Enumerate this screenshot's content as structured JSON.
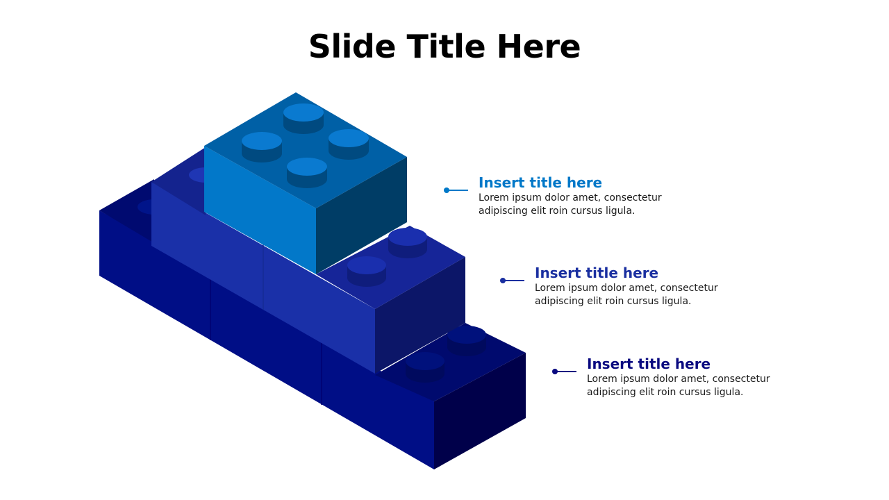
{
  "slide": {
    "title": "Slide Title Here"
  },
  "colors": {
    "level1": "#0078c8",
    "level2": "#1a2fa0",
    "level3": "#0a0a80"
  },
  "items": [
    {
      "title": "Insert title here",
      "body": "Lorem ipsum dolor amet, consectetur adipiscing elit roin cursus ligula."
    },
    {
      "title": "Insert title here",
      "body": "Lorem ipsum dolor amet, consectetur adipiscing elit roin cursus ligula."
    },
    {
      "title": "Insert title here",
      "body": "Lorem ipsum dolor amet, consectetur adipiscing elit roin cursus ligula."
    }
  ]
}
